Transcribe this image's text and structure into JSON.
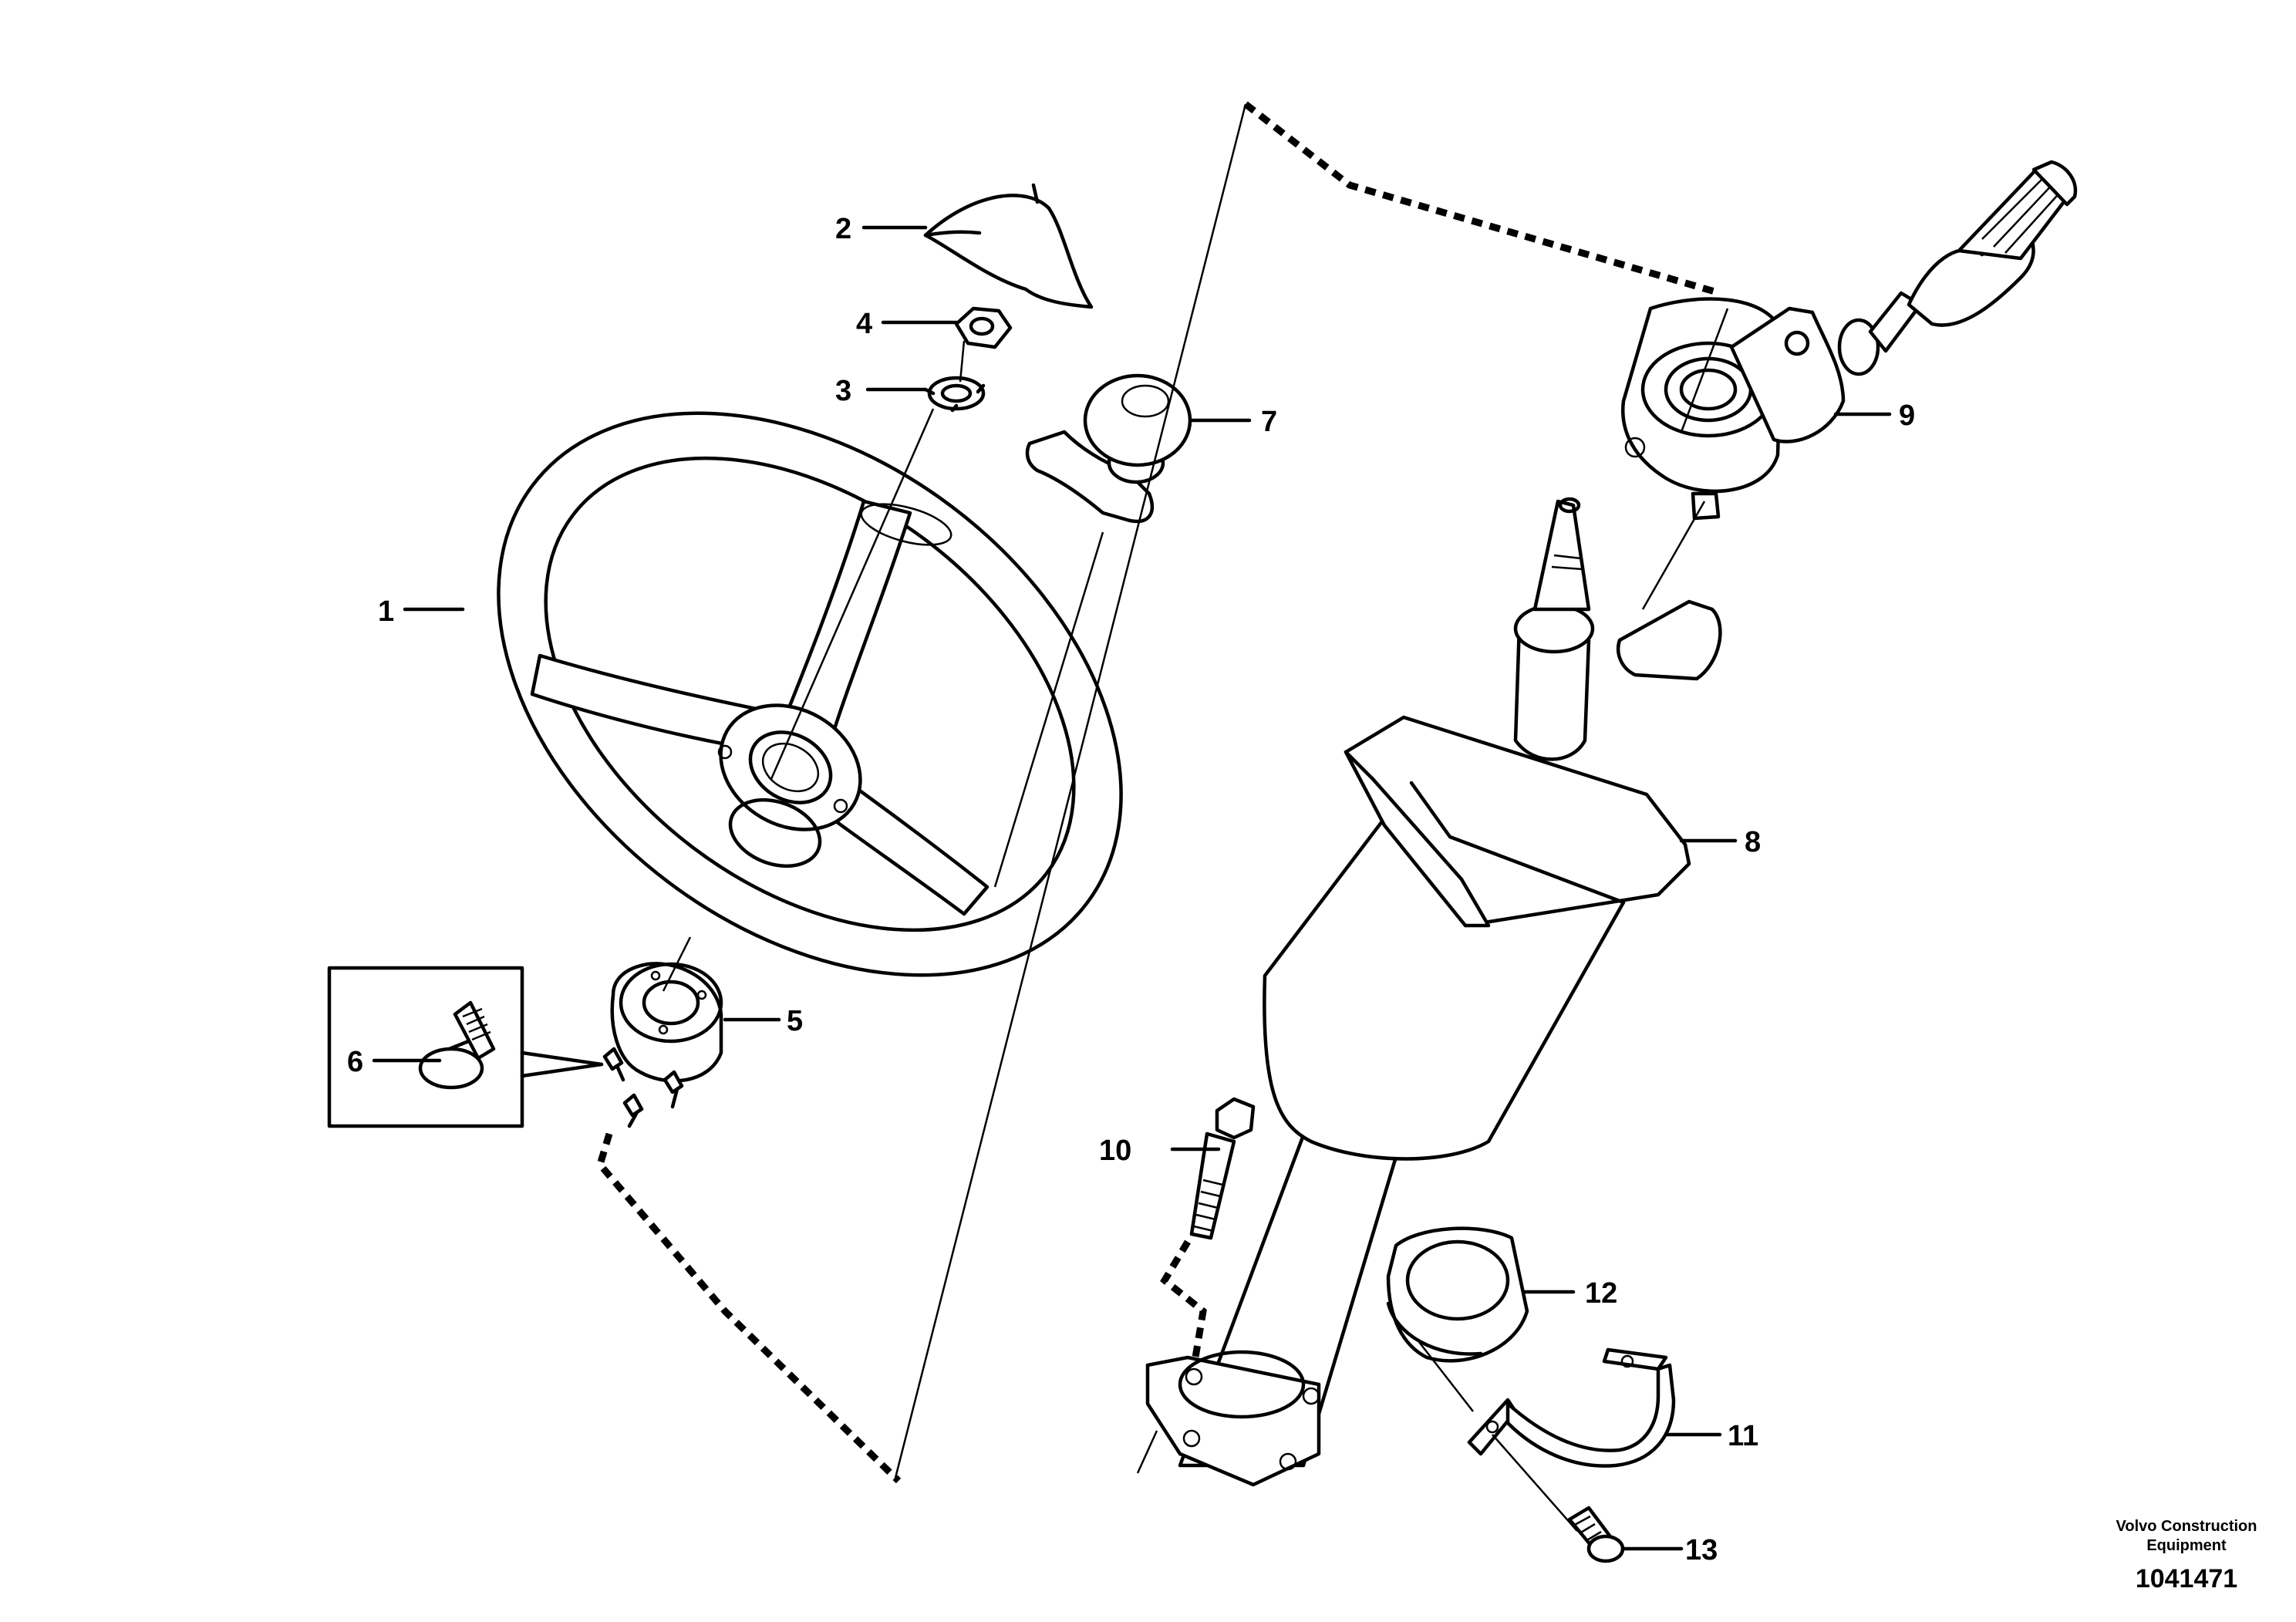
{
  "callouts": [
    "1",
    "2",
    "3",
    "4",
    "5",
    "6",
    "7",
    "8",
    "9",
    "10",
    "11",
    "12",
    "13"
  ],
  "footer": {
    "brand_line1": "Volvo Construction",
    "brand_line2": "Equipment",
    "doc_number": "1041471"
  }
}
